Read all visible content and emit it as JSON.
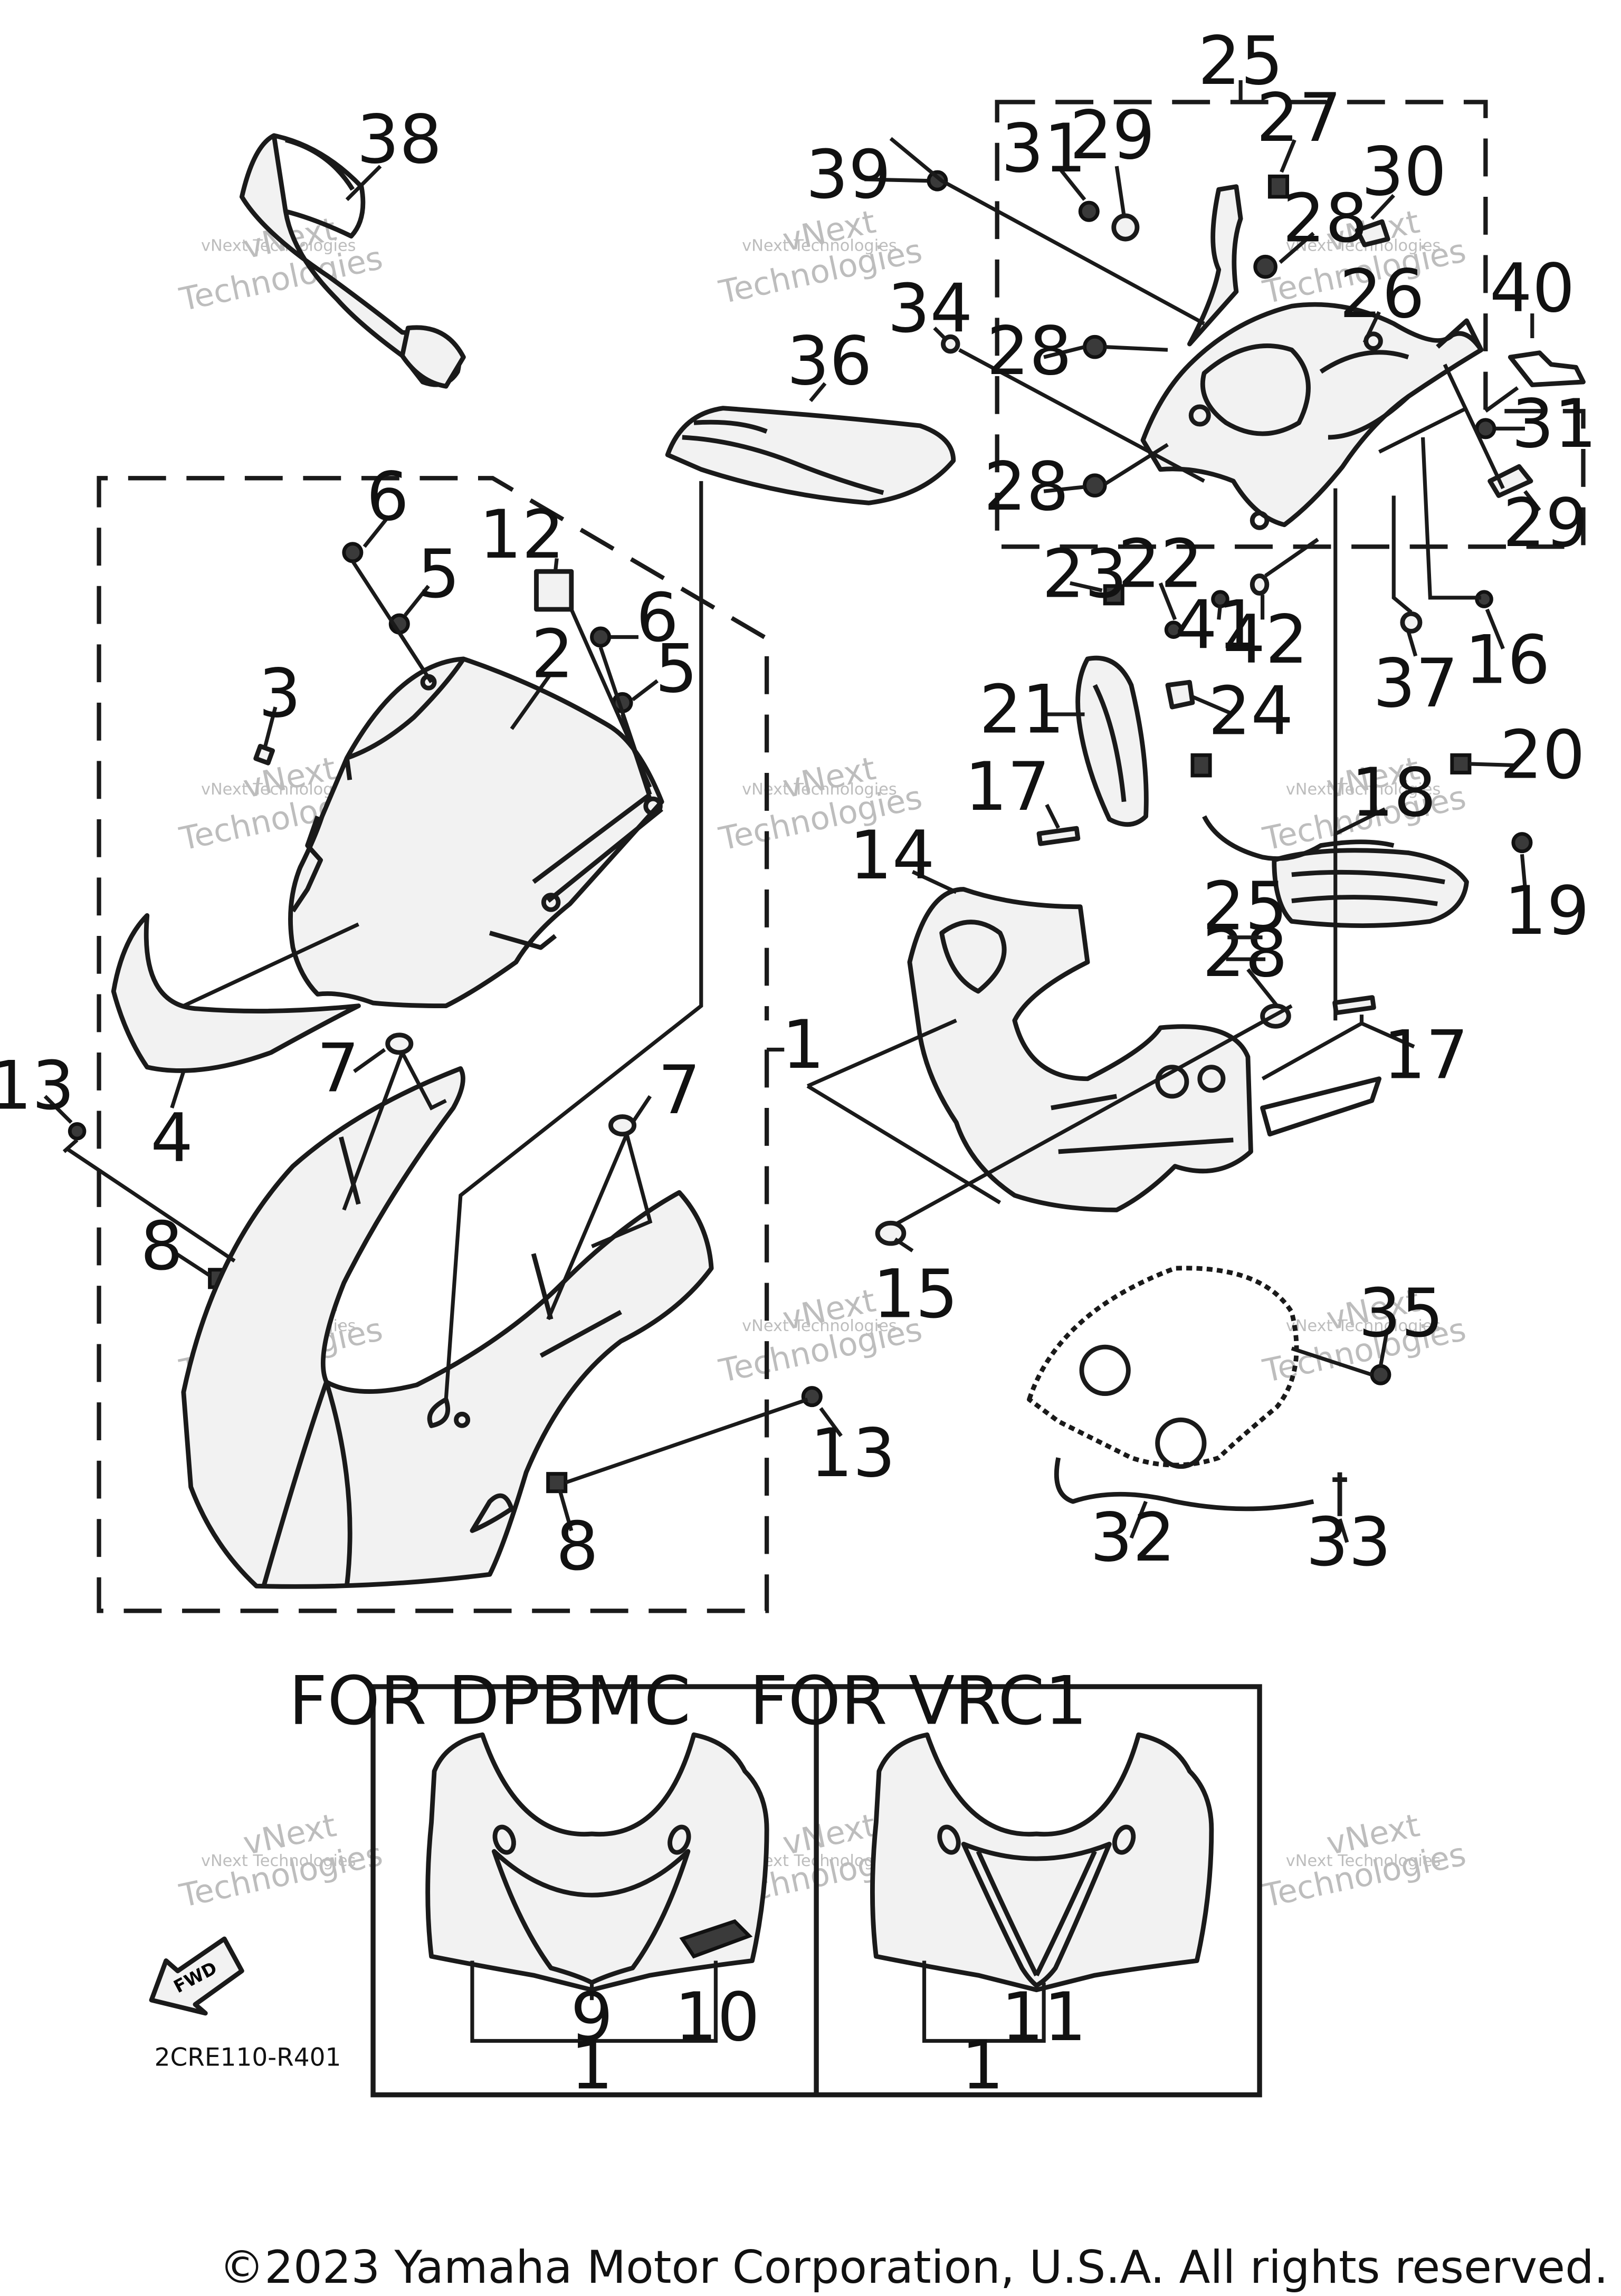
{
  "diagram_code": "2CRE110-R401",
  "fwd_label": "FWD",
  "copyright": "©2023 Yamaha Motor Corporation, U.S.A. All rights reserved.",
  "watermark": {
    "line1": "vNext Technologies",
    "line2": "vNext",
    "line3": "Technologies"
  },
  "variants": [
    {
      "title": "FOR  DPBMC",
      "callouts": [
        "9",
        "10",
        "1"
      ]
    },
    {
      "title": "FOR  VRC1",
      "callouts": [
        "11",
        "1"
      ]
    }
  ],
  "callouts": {
    "c1": "1",
    "c2": "2",
    "c3": "3",
    "c4": "4",
    "c5a": "5",
    "c5b": "5",
    "c6a": "6",
    "c6b": "6",
    "c7a": "7",
    "c7b": "7",
    "c8a": "8",
    "c8b": "8",
    "c12": "12",
    "c13a": "13",
    "c13b": "13",
    "c14": "14",
    "c15": "15",
    "c16": "16",
    "c17a": "17",
    "c17b": "17",
    "c18": "18",
    "c19": "19",
    "c20": "20",
    "c21": "21",
    "c22": "22",
    "c23": "23",
    "c24": "24",
    "c25a": "25",
    "c25b": "25",
    "c26": "26",
    "c27": "27",
    "c28a": "28",
    "c28b": "28",
    "c28c": "28",
    "c28d": "28",
    "c29a": "29",
    "c29b": "29",
    "c30": "30",
    "c31a": "31",
    "c31b": "31",
    "c32": "32",
    "c33": "33",
    "c34": "34",
    "c35": "35",
    "c36": "36",
    "c37": "37",
    "c38": "38",
    "c39": "39",
    "c40": "40",
    "c41": "41",
    "c42": "42"
  }
}
